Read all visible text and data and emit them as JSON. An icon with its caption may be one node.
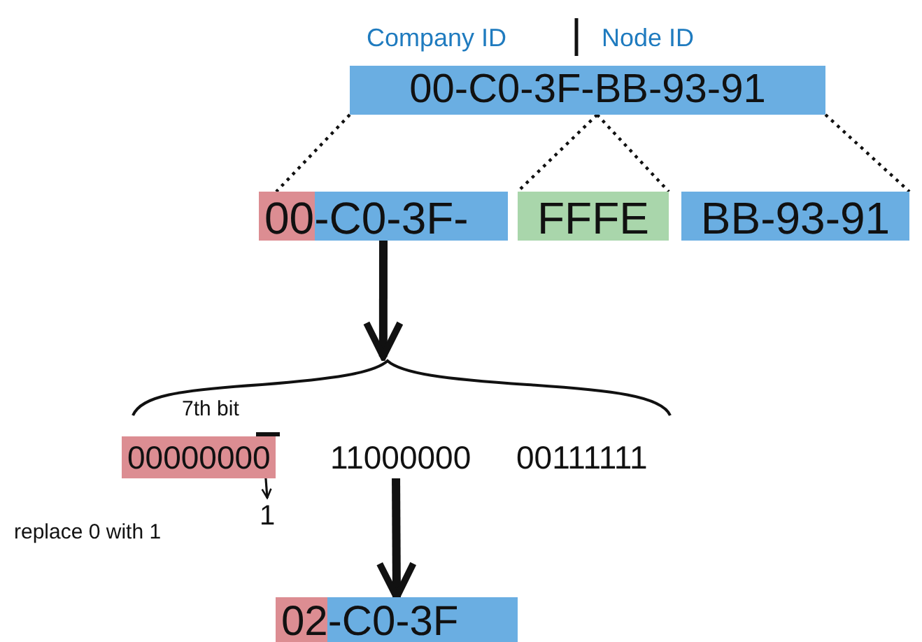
{
  "diagram": {
    "nodes": [
      {
        "text": [
          "00-C0-3F-BB-93-91"
        ]
      },
      {
        "text": [
          "00",
          "-C0-3F-"
        ]
      },
      {
        "text": [
          "FFFE"
        ]
      },
      {
        "text": [
          "BB-93-91"
        ]
      },
      {
        "text": [
          "00000000",
          "11000000",
          "00111111"
        ]
      },
      {
        "text": [
          "1"
        ]
      },
      {
        "text": [
          "02",
          "-C0-3F"
        ]
      }
    ],
    "edges": [
      {
        "from": 0,
        "to": 1,
        "arrow": "none",
        "style": "dashed"
      },
      {
        "from": 0,
        "to": 2,
        "arrow": "none",
        "style": "dashed"
      },
      {
        "from": 0,
        "to": 2,
        "arrow": "none",
        "style": "dashed"
      },
      {
        "from": 0,
        "to": 3,
        "arrow": "none",
        "style": "dashed"
      },
      {
        "from": 1,
        "to": 4,
        "arrow": "to",
        "style": "thick"
      },
      {
        "from": 4,
        "to": 5,
        "arrow": "to"
      },
      {
        "from": 4,
        "to": 6,
        "arrow": "to",
        "style": "thick"
      }
    ],
    "labels": [
      "Company ID",
      "Node ID",
      "7th bit",
      "replace 0 with 1"
    ]
  }
}
